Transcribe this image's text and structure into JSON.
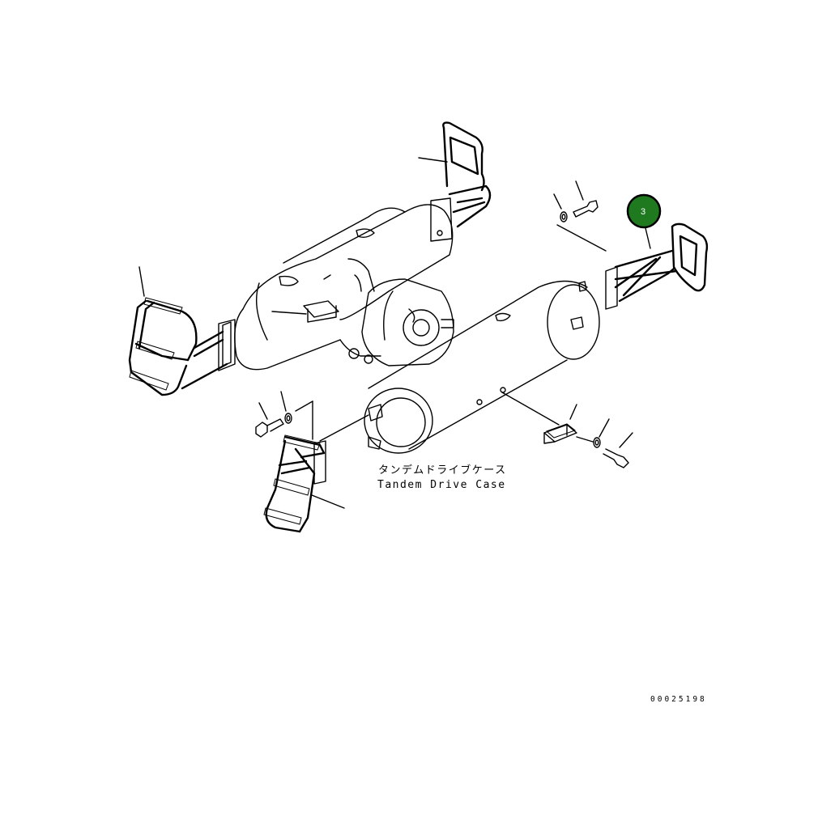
{
  "caption": {
    "japanese": "タンデムドライブケース",
    "english": "Tandem Drive Case"
  },
  "drawing_number": "00025198",
  "callout": {
    "number": "3",
    "fill_color": "#1f7a1f",
    "ring_color": "#000000"
  }
}
